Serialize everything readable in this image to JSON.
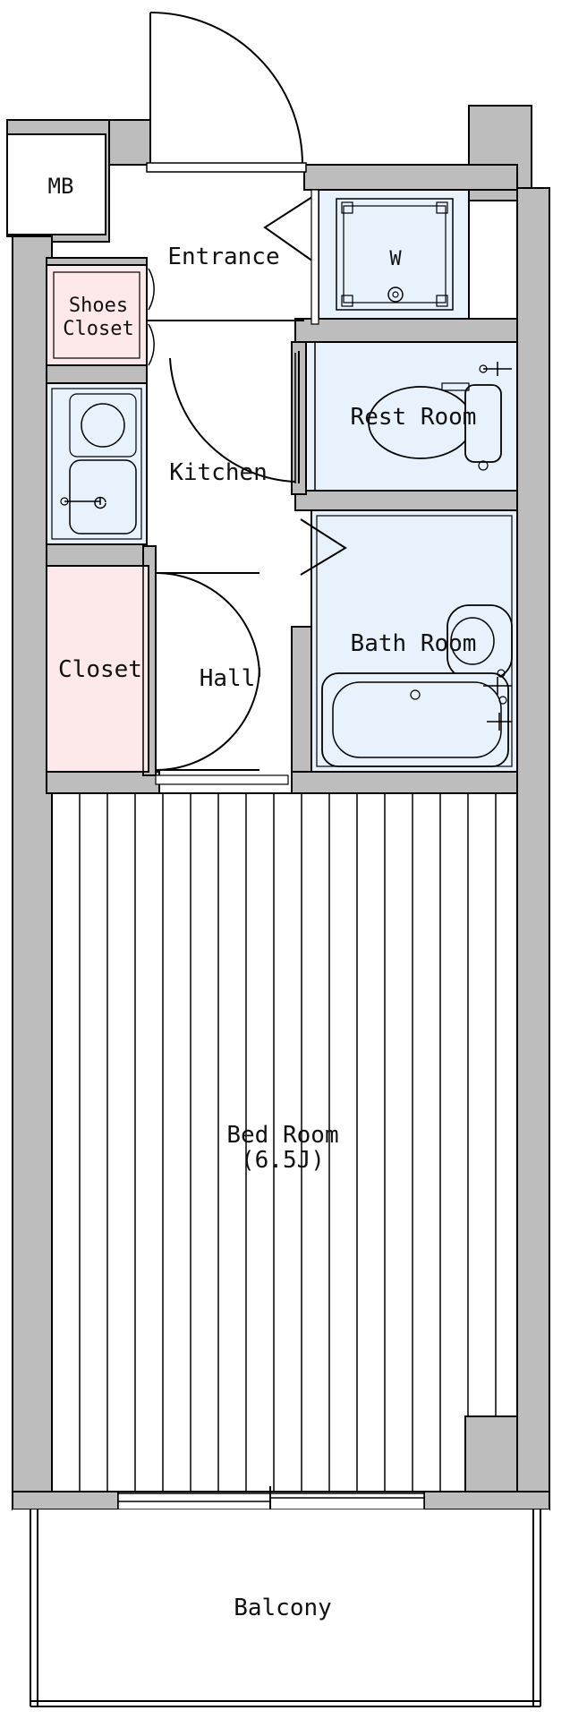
{
  "colors": {
    "wall": "#bdbdbd",
    "wet_area": "#e8f2fc",
    "closet": "#fde9e9",
    "line": "#000000",
    "background": "#ffffff"
  },
  "rooms": {
    "mb": "MB",
    "entrance": "Entrance",
    "washer": "W",
    "shoes_closet_line1": "Shoes",
    "shoes_closet_line2": "Closet",
    "rest_room": "Rest Room",
    "kitchen": "Kitchen",
    "bath_room": "Bath Room",
    "closet": "Closet",
    "hall": "Hall",
    "bed_room": "Bed Room",
    "bed_room_size": "(6.5J)",
    "balcony": "Balcony"
  }
}
